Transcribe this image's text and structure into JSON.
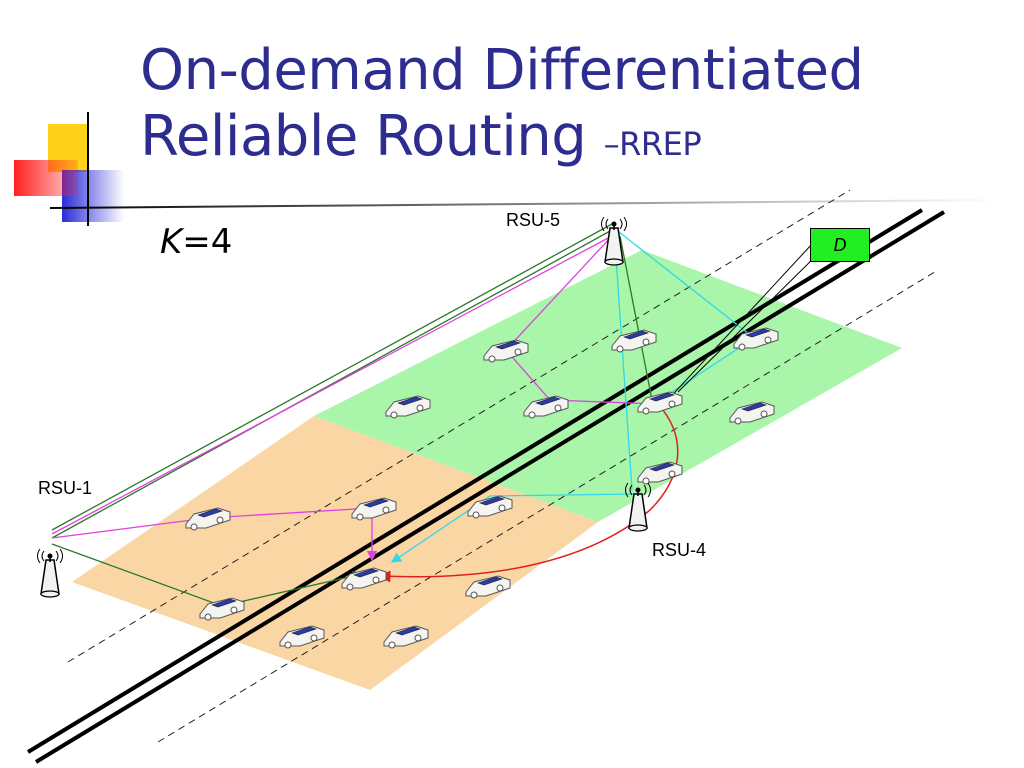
{
  "slide": {
    "title_line1": "On-demand Differentiated",
    "title_line2": "Reliable Routing",
    "title_suffix": "–RREP",
    "k_symbol": "K",
    "k_value": "=4"
  },
  "nodes": {
    "rsu5": "RSU-5",
    "rsu1": "RSU-1",
    "rsu4": "RSU-4",
    "destination": "D"
  },
  "colors": {
    "title": "#2d2d8f",
    "green_zone": "#a9f5a9",
    "orange_zone": "#fad6a5",
    "rsu5_path": "#e040e0",
    "rsu4_path": "#30d8e8",
    "rsu1_path": "#2a7a2a",
    "reply_path": "#e02020",
    "destination": "#22ee22"
  }
}
